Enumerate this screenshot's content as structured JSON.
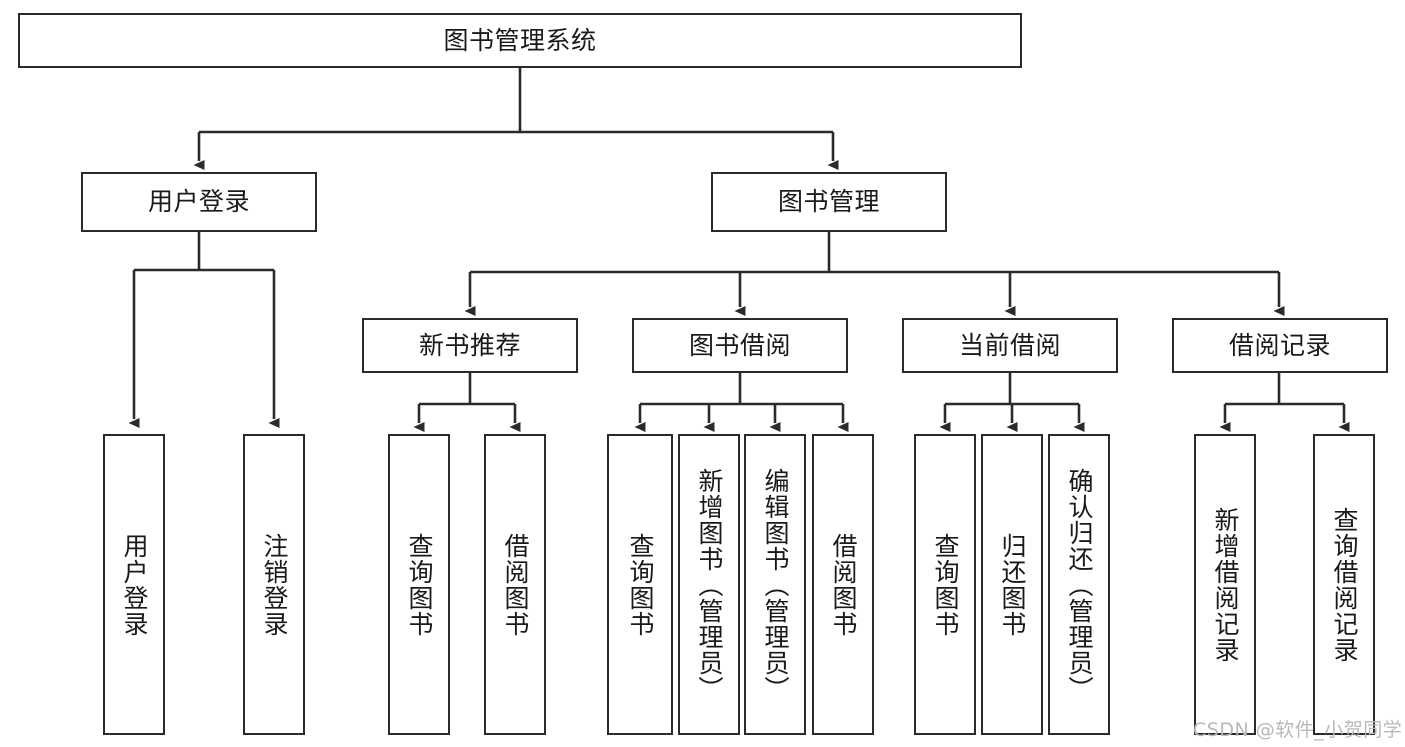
{
  "diagram": {
    "title": "图书管理系统",
    "watermark": "CSDN @软件_小贺同学",
    "stroke_color": "#2b2b2b",
    "text_color": "#1a1a1a",
    "background_color": "#ffffff",
    "watermark_color": "#b9b9b9"
  },
  "root": {
    "label": "图书管理系统"
  },
  "level2": [
    {
      "label": "用户登录"
    },
    {
      "label": "图书管理"
    }
  ],
  "level3": [
    {
      "label": "新书推荐"
    },
    {
      "label": "图书借阅"
    },
    {
      "label": "当前借阅"
    },
    {
      "label": "借阅记录"
    }
  ],
  "leaves": {
    "user_login": [
      {
        "label": "用户登录"
      },
      {
        "label": "注销登录"
      }
    ],
    "new_book_recommend": [
      {
        "label": "查询图书"
      },
      {
        "label": "借阅图书"
      }
    ],
    "book_borrow": [
      {
        "label": "查询图书"
      },
      {
        "label": "新增图书（管理员）"
      },
      {
        "label": "编辑图书（管理员）"
      },
      {
        "label": "借阅图书"
      }
    ],
    "current_borrow": [
      {
        "label": "查询图书"
      },
      {
        "label": "归还图书"
      },
      {
        "label": "确认归还（管理员）"
      }
    ],
    "borrow_record": [
      {
        "label": "新增借阅记录"
      },
      {
        "label": "查询借阅记录"
      }
    ]
  }
}
